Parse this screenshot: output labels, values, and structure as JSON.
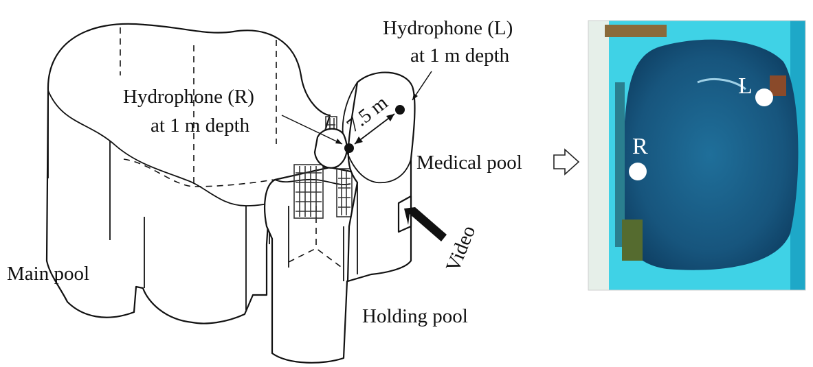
{
  "labels": {
    "hydrophone_l_title": "Hydrophone (L)",
    "hydrophone_l_depth": "at 1 m depth",
    "hydrophone_r_title": "Hydrophone (R)",
    "hydrophone_r_depth": "at 1 m depth",
    "distance": "7.5 m",
    "medical_pool": "Medical pool",
    "video": "Video",
    "main_pool": "Main pool",
    "holding_pool": "Holding pool"
  },
  "photo": {
    "marker_r": "R",
    "marker_l": "L",
    "colors": {
      "water": "#1f6f9a",
      "deck": "#3fd2e6",
      "deep": "#0e3f63",
      "marker": "#ffffff"
    }
  }
}
